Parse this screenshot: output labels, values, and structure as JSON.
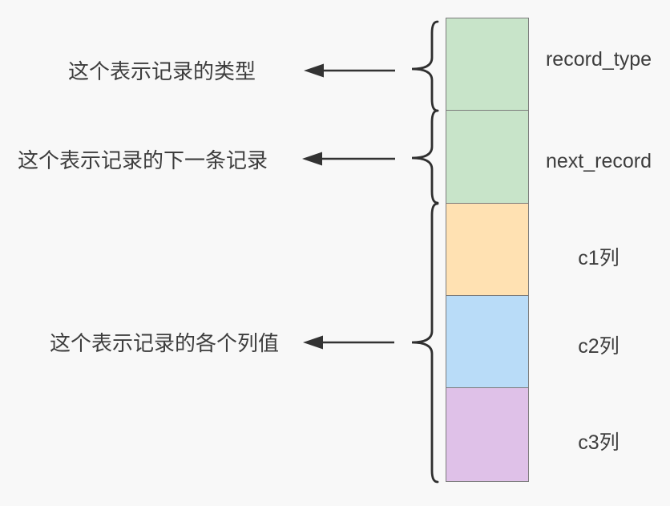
{
  "diagram": {
    "title": "record structure diagram",
    "blocks": [
      {
        "label": "record_type",
        "fill": "#c8e4c9"
      },
      {
        "label": "next_record",
        "fill": "#c8e4c9"
      },
      {
        "label": "c1列",
        "fill": "#ffe1b2"
      },
      {
        "label": "c2列",
        "fill": "#b9dcf8"
      },
      {
        "label": "c3列",
        "fill": "#dfc1e8"
      }
    ],
    "annotations": [
      {
        "text": "这个表示记录的类型"
      },
      {
        "text": "这个表示记录的下一条记录"
      },
      {
        "text": "这个表示记录的各个列值"
      }
    ],
    "colors": {
      "background": "#f8f8f8",
      "block_border": "#7c7c7c",
      "text": "#3d3d3d",
      "connector": "#333333"
    }
  }
}
